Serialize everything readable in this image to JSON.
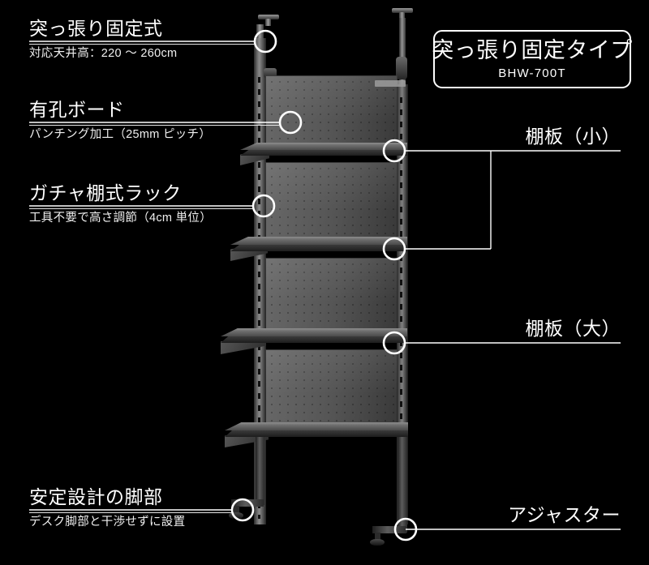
{
  "page": {
    "background_color": "#000000",
    "text_color": "#ffffff",
    "accent_color": "#e8e8e8"
  },
  "badge": {
    "title": "突っ張り固定タイプ",
    "model": "BHW-700T"
  },
  "callouts_left": [
    {
      "id": "tension-fixing",
      "title": "突っ張り固定式",
      "sub": "対応天井高：220 〜 260cm"
    },
    {
      "id": "pegboard",
      "title": "有孔ボード",
      "sub": "パンチング加工（25mm ピッチ）"
    },
    {
      "id": "adjustable-rack",
      "title": "ガチャ棚式ラック",
      "sub": "工具不要で高さ調節（4cm 単位）"
    },
    {
      "id": "stable-legs",
      "title": "安定設計の脚部",
      "sub": "デスク脚部と干渉せずに設置"
    }
  ],
  "callouts_right": [
    {
      "id": "shelf-small",
      "title": "棚板（小）"
    },
    {
      "id": "shelf-large",
      "title": "棚板（大）"
    },
    {
      "id": "adjuster",
      "title": "アジャスター"
    }
  ]
}
